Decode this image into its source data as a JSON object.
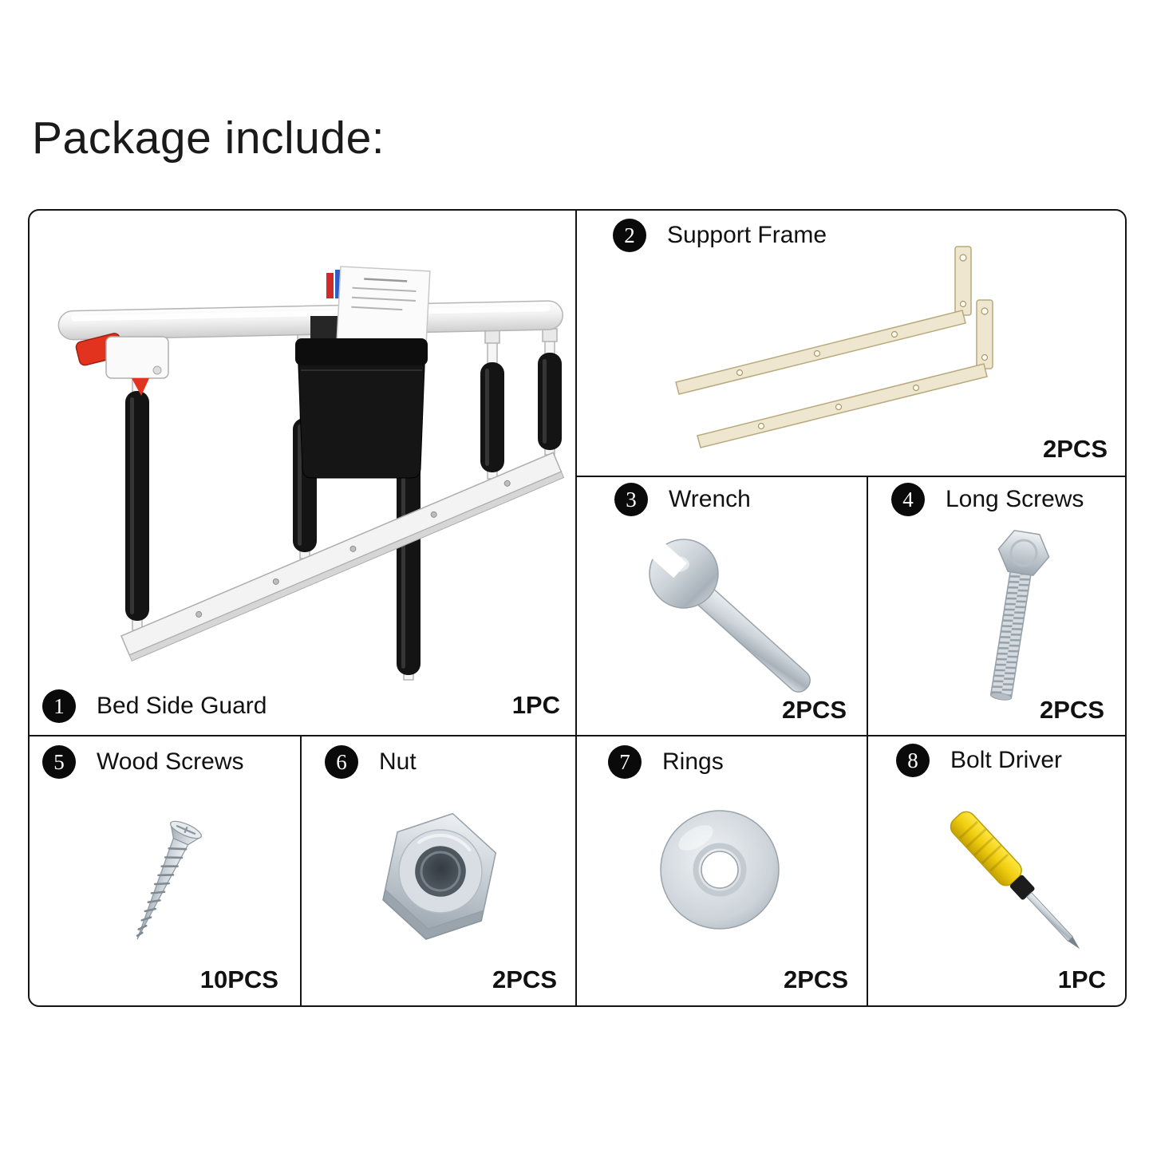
{
  "title": "Package include:",
  "colors": {
    "border_black": "#141414",
    "latch_red": "#e2331f",
    "foam_black": "#141414",
    "bracket_beige": "#efe6cf",
    "metal_silver": "#ccd3d9",
    "driver_yellow": "#f0cd0e"
  },
  "items": [
    {
      "number": "1",
      "label": "Bed Side Guard",
      "qty": "1PC",
      "icon": "bed-side-guard-illustration"
    },
    {
      "number": "2",
      "label": "Support Frame",
      "qty": "2PCS",
      "icon": "support-frame-illustration"
    },
    {
      "number": "3",
      "label": "Wrench",
      "qty": "2PCS",
      "icon": "wrench-illustration"
    },
    {
      "number": "4",
      "label": "Long Screws",
      "qty": "2PCS",
      "icon": "long-screw-illustration"
    },
    {
      "number": "5",
      "label": "Wood Screws",
      "qty": "10PCS",
      "icon": "wood-screw-illustration"
    },
    {
      "number": "6",
      "label": "Nut",
      "qty": "2PCS",
      "icon": "nut-illustration"
    },
    {
      "number": "7",
      "label": "Rings",
      "qty": "2PCS",
      "icon": "washer-ring-illustration"
    },
    {
      "number": "8",
      "label": "Bolt Driver",
      "qty": "1PC",
      "icon": "bolt-driver-illustration"
    }
  ]
}
